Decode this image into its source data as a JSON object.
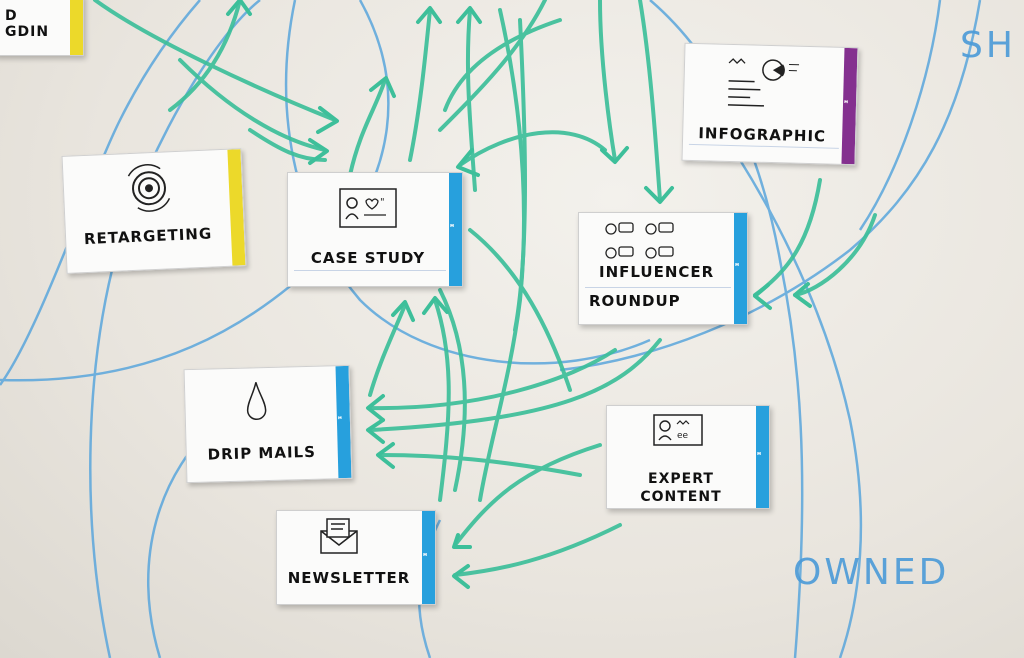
{
  "colors": {
    "blue_marker": "#5aa6dc",
    "green_marker": "#3dbf9a",
    "card_blue": "#27a0dd",
    "card_yellow": "#ecd92a",
    "card_purple": "#84308f"
  },
  "cards": {
    "case_study": "CASE STUDY",
    "retargeting": "RETARGETING",
    "infographic": "INFOGRAPHIC",
    "influencer_line1": "INFLUENCER",
    "influencer_line2": "ROUNDUP",
    "drip_mails": "DRIP MAILS",
    "expert_content": "EXPERT CONTENT",
    "newsletter": "NEWSLETTER",
    "partial_top_left_1": "D",
    "partial_top_left_2": "GDIN"
  },
  "wall_labels": {
    "owned": "OWNED",
    "top_right_partial": "SH"
  }
}
